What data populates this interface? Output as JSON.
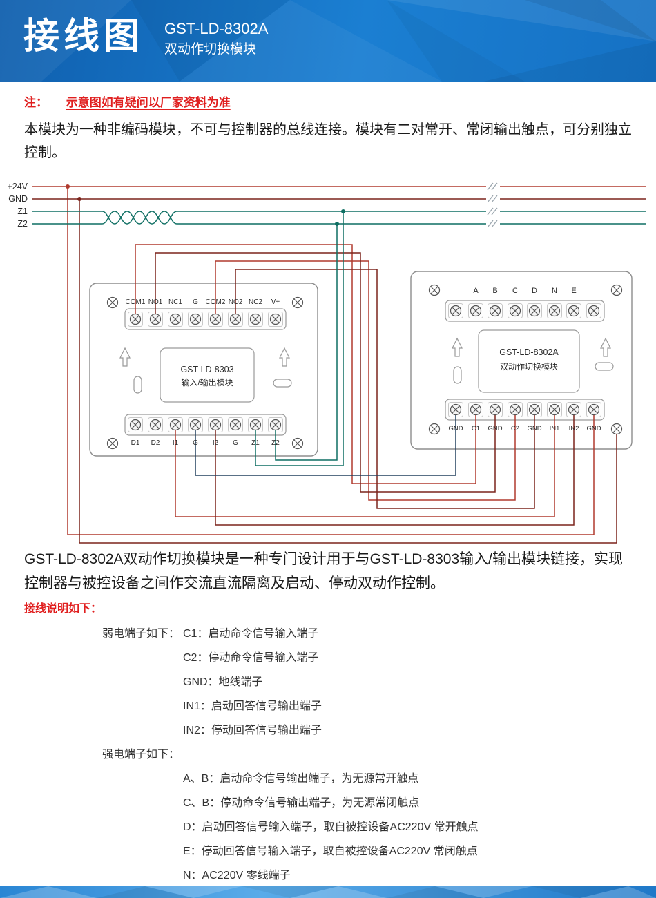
{
  "header": {
    "title": "接线图",
    "model": "GST-LD-8302A",
    "subtitle": "双动作切换模块"
  },
  "note": {
    "prefix": "注：",
    "text": "示意图如有疑问以厂家资料为准"
  },
  "intro": "本模块为一种非编码模块，不可与控制器的总线连接。模块有二对常开、常闭输出触点，可分别独立控制。",
  "diagram": {
    "bus_labels": [
      "+24V",
      "GND",
      "Z1",
      "Z2"
    ],
    "colors": {
      "red": "#b03a2e",
      "dark_red": "#7b241c",
      "teal": "#0f6f63",
      "navy": "#22405e"
    },
    "left_module": {
      "name_line1": "GST-LD-8303",
      "name_line2": "输入/输出模块",
      "top_terminals": [
        "COM1",
        "NO1",
        "NC1",
        "G",
        "COM2",
        "NO2",
        "NC2",
        "V+"
      ],
      "bottom_terminals": [
        "D1",
        "D2",
        "I1",
        "G",
        "I2",
        "G",
        "Z1",
        "Z2"
      ]
    },
    "right_module": {
      "name_line1": "GST-LD-8302A",
      "name_line2": "双动作切换模块",
      "top_terminals": [
        "A",
        "B",
        "C",
        "D",
        "N",
        "E"
      ],
      "bottom_terminals": [
        "GND",
        "C1",
        "GND",
        "C2",
        "GND",
        "IN1",
        "IN2",
        "GND"
      ]
    }
  },
  "description": "GST-LD-8302A双动作切换模块是一种专门设计用于与GST-LD-8303输入/输出模块链接，实现控制器与被控设备之间作交流直流隔离及启动、停动双动作控制。",
  "instructions": {
    "heading": "接线说明如下：",
    "weak_label": "弱电端子如下：",
    "weak_items": [
      "C1：启动命令信号输入端子",
      "C2：停动命令信号输入端子",
      "GND：地线端子",
      "IN1：启动回答信号输出端子",
      "IN2：停动回答信号输出端子"
    ],
    "strong_label": "强电端子如下：",
    "strong_items": [
      "A、B：启动命令信号输出端子，为无源常开触点",
      "C、B：停动命令信号输出端子，为无源常闭触点",
      "D：启动回答信号输入端子，取自被控设备AC220V 常开触点",
      "E：停动回答信号输入端子，取自被控设备AC220V 常闭触点",
      "N：AC220V 零线端子"
    ]
  }
}
